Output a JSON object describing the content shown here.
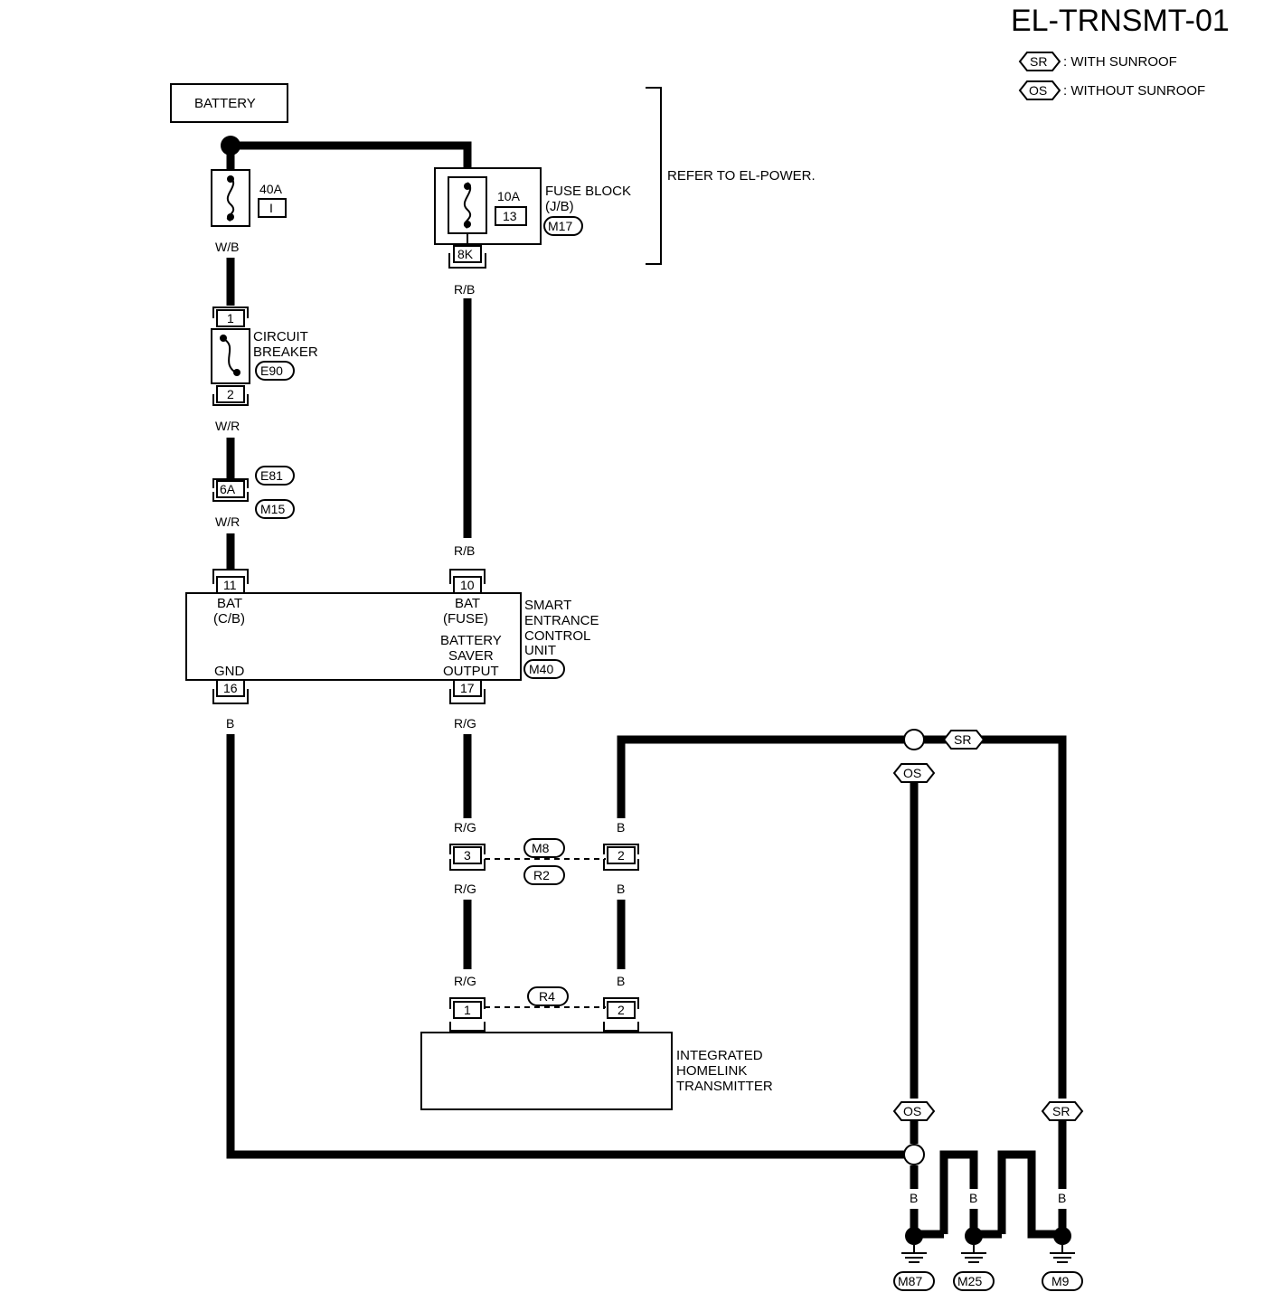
{
  "header": {
    "diagram_id": "EL-TRNSMT-01",
    "legend": [
      {
        "code": "SR",
        "text": ": WITH SUNROOF"
      },
      {
        "code": "OS",
        "text": ": WITHOUT SUNROOF"
      }
    ]
  },
  "battery": {
    "label": "BATTERY"
  },
  "fusible_link": {
    "rating": "40A",
    "id": "I",
    "wire": "W/B"
  },
  "fuse_block": {
    "rating": "10A",
    "number": "13",
    "label_line1": "FUSE BLOCK",
    "label_line2": "(J/B)",
    "connector": "M17",
    "terminal": "8K",
    "wire": "R/B",
    "refer": "REFER TO EL-POWER."
  },
  "circuit_breaker": {
    "label_line1": "CIRCUIT",
    "label_line2": "BREAKER",
    "connector": "E90",
    "pin_top": "1",
    "pin_bottom": "2",
    "wire": "W/R"
  },
  "joint_connector": {
    "pin": "6A",
    "conn_top": "E81",
    "conn_bottom": "M15",
    "wire": "W/R"
  },
  "secu": {
    "label_lines": [
      "SMART",
      "ENTRANCE",
      "CONTROL",
      "UNIT"
    ],
    "connector": "M40",
    "pin_bat_cb": "11",
    "bat_cb_l1": "BAT",
    "bat_cb_l2": "(C/B)",
    "pin_bat_fuse": "10",
    "bat_fuse_l1": "BAT",
    "bat_fuse_l2": "(FUSE)",
    "wire_bat_fuse": "R/B",
    "pin_gnd": "16",
    "gnd": "GND",
    "wire_gnd": "B",
    "pin_saver": "17",
    "saver_l1": "BATTERY",
    "saver_l2": "SAVER",
    "saver_l3": "OUTPUT",
    "wire_saver": "R/G"
  },
  "middle_connector": {
    "conn_top": "M8",
    "conn_bottom": "R2",
    "pin_left": "3",
    "pin_right": "2",
    "wire_left_top": "R/G",
    "wire_left_bottom": "R/G",
    "wire_right_top": "B",
    "wire_right_bottom": "B"
  },
  "transmitter": {
    "label_lines": [
      "INTEGRATED",
      "HOMELINK",
      "TRANSMITTER"
    ],
    "connector": "R4",
    "pin_left": "1",
    "pin_right": "2",
    "wire_left": "R/G",
    "wire_right": "B"
  },
  "options": {
    "sr": "SR",
    "os": "OS"
  },
  "grounds": {
    "wires": [
      "B",
      "B",
      "B",
      "B",
      "B",
      "B"
    ],
    "points": [
      "M87",
      "M25",
      "M9"
    ]
  }
}
